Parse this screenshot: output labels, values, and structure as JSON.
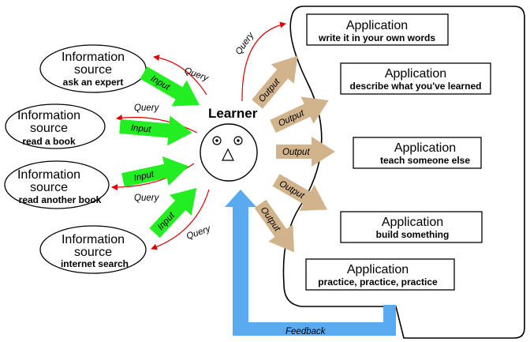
{
  "learner": {
    "label": "Learner"
  },
  "sources": [
    {
      "title_line1": "Information",
      "title_line2": "source",
      "detail": "ask an expert"
    },
    {
      "title_line1": "Information",
      "title_line2": "source",
      "detail": "read a book"
    },
    {
      "title_line1": "Information",
      "title_line2": "source",
      "detail": "read another book"
    },
    {
      "title_line1": "Information",
      "title_line2": "source",
      "detail": "internet search"
    }
  ],
  "applications": [
    {
      "title": "Application",
      "detail": "write it in your own words"
    },
    {
      "title": "Application",
      "detail": "describe what you've learned"
    },
    {
      "title": "Application",
      "detail": "teach someone else"
    },
    {
      "title": "Application",
      "detail": "build something"
    },
    {
      "title": "Application",
      "detail": "practice, practice, practice"
    }
  ],
  "arrow_labels": {
    "input": "Input",
    "query": "Query",
    "output": "Output",
    "feedback": "Feedback"
  },
  "colors": {
    "input_arrow": "#22ee22",
    "output_arrow": "#d2b48c",
    "query_arrow": "#e00000",
    "feedback_arrow": "#5aaaf0"
  }
}
